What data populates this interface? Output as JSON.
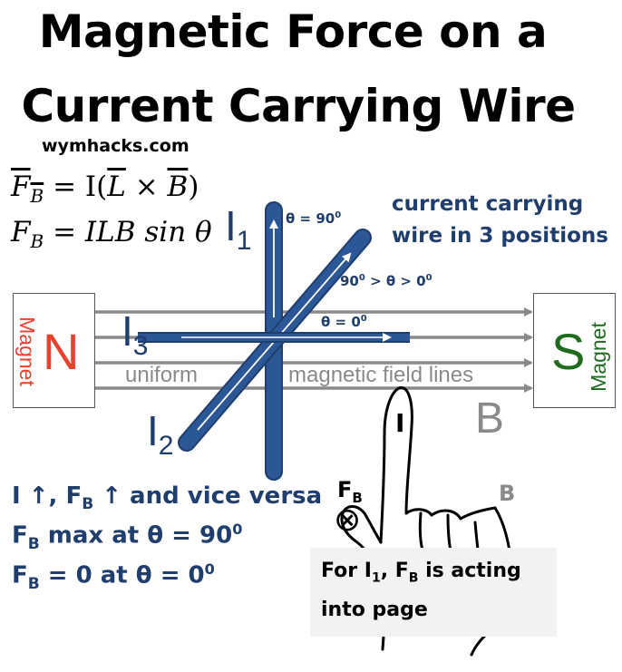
{
  "title": {
    "line1": "Magnetic Force on a",
    "line2": "Current Carrying Wire"
  },
  "website": "wymhacks.com",
  "equations": {
    "vector_lhs": "F",
    "vector_lhs_sub": "B",
    "vector_rhs": "= I(",
    "vector_L": "L",
    "vector_cross": " × ",
    "vector_B": "B",
    "vector_close": ")",
    "scalar_lhs": "F",
    "scalar_lhs_sub": "B",
    "scalar_rhs": "= ILB sin θ"
  },
  "wire_note": {
    "line1": "current carrying",
    "line2": "wire  in 3 positions"
  },
  "magnets": {
    "north_letter": "N",
    "north_label": "Magnet",
    "south_letter": "S",
    "south_label": "Magnet",
    "north_color": "#e8412f",
    "south_color": "#1e6b1e"
  },
  "field": {
    "label_left": "uniform",
    "label_right": "magnetic field lines",
    "symbol": "B",
    "line_color": "#8a8a8a"
  },
  "wires": {
    "color": "#2b5797",
    "w1": {
      "label": "I",
      "sub": "1",
      "angle": "θ  = 90",
      "angle_sup": "0"
    },
    "w2": {
      "label": "I",
      "sub": "2",
      "angle_a": "90",
      "angle_a_sup": "0",
      "angle_b": " > θ > 0",
      "angle_b_sup": "0"
    },
    "w3": {
      "label": "I",
      "sub": "3",
      "angle": "θ  = 0",
      "angle_sup": "0"
    }
  },
  "statements": {
    "s1_a": "I ↑, F",
    "s1_sub": "B",
    "s1_b": " ↑ and vice versa",
    "s2_a": "F",
    "s2_sub": "B",
    "s2_b": " max at θ = 90",
    "s2_sup": "0",
    "s3_a": "F",
    "s3_sub": "B",
    "s3_b": " = 0 at θ = 0",
    "s3_sup": "0"
  },
  "hand": {
    "current_label": "I",
    "field_label": "B",
    "force_label": "F",
    "force_sub": "B",
    "into_page_symbol": "⊗"
  },
  "note": {
    "line1_a": "For I",
    "line1_sub1": "1",
    "line1_b": ", F",
    "line1_sub2": "B",
    "line1_c": " is acting",
    "line2": "into page"
  }
}
